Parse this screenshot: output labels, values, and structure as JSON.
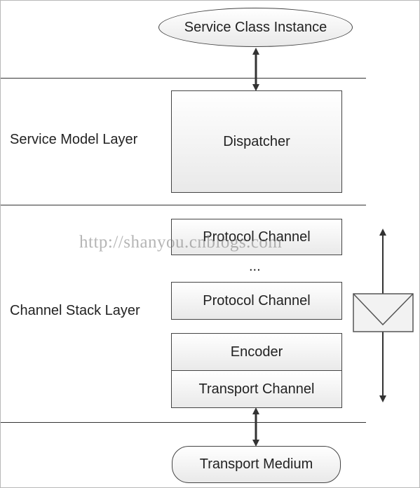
{
  "top_node": "Service Class Instance",
  "bottom_node": "Transport Medium",
  "layers": {
    "service_model": "Service Model Layer",
    "channel_stack": "Channel Stack Layer"
  },
  "boxes": {
    "dispatcher": "Dispatcher",
    "protocol_channel_1": "Protocol Channel",
    "ellipsis": "...",
    "protocol_channel_2": "Protocol Channel",
    "encoder": "Encoder",
    "transport_channel": "Transport Channel"
  },
  "watermark": "http://shanyou.cnblogs.com"
}
